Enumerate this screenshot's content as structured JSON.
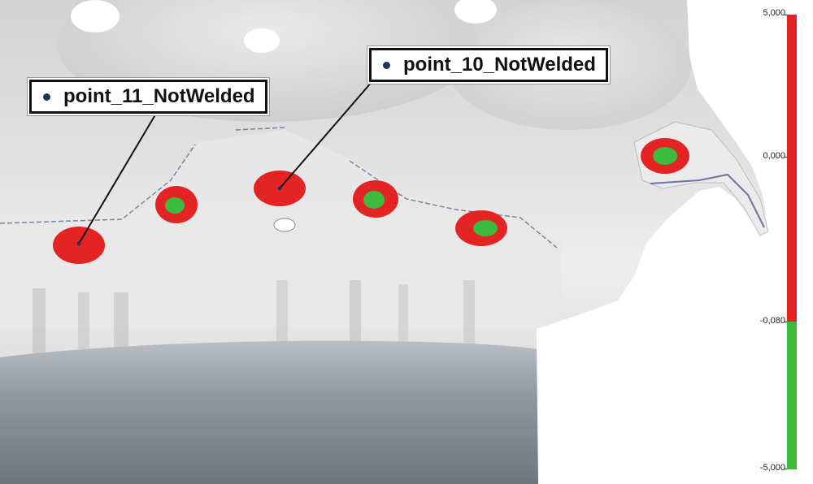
{
  "colors": {
    "out_of_tolerance": "#e42424",
    "in_tolerance": "#3dbb3d",
    "surface": "#d9d9d9",
    "background": "#ffffff",
    "callout_dot": "#1f3556"
  },
  "callouts": [
    {
      "id": "point_11",
      "label": "point_11_NotWelded"
    },
    {
      "id": "point_10",
      "label": "point_10_NotWelded"
    }
  ],
  "scale": {
    "labels": [
      "5,000",
      "0,000",
      "-0,080",
      "-5,000"
    ],
    "segments": [
      {
        "color": "#e42424",
        "from": "5,000",
        "to": "-0,080"
      },
      {
        "color": "#3dbb3d",
        "from": "-0,080",
        "to": "-5,000"
      }
    ]
  },
  "weld_spots": [
    {
      "id": "point_11",
      "status": "NotWelded"
    },
    {
      "id": "spot_2",
      "status": "Welded"
    },
    {
      "id": "point_10",
      "status": "NotWelded"
    },
    {
      "id": "spot_4",
      "status": "Welded"
    },
    {
      "id": "spot_5",
      "status": "Welded"
    },
    {
      "id": "spot_6",
      "status": "Welded"
    }
  ]
}
